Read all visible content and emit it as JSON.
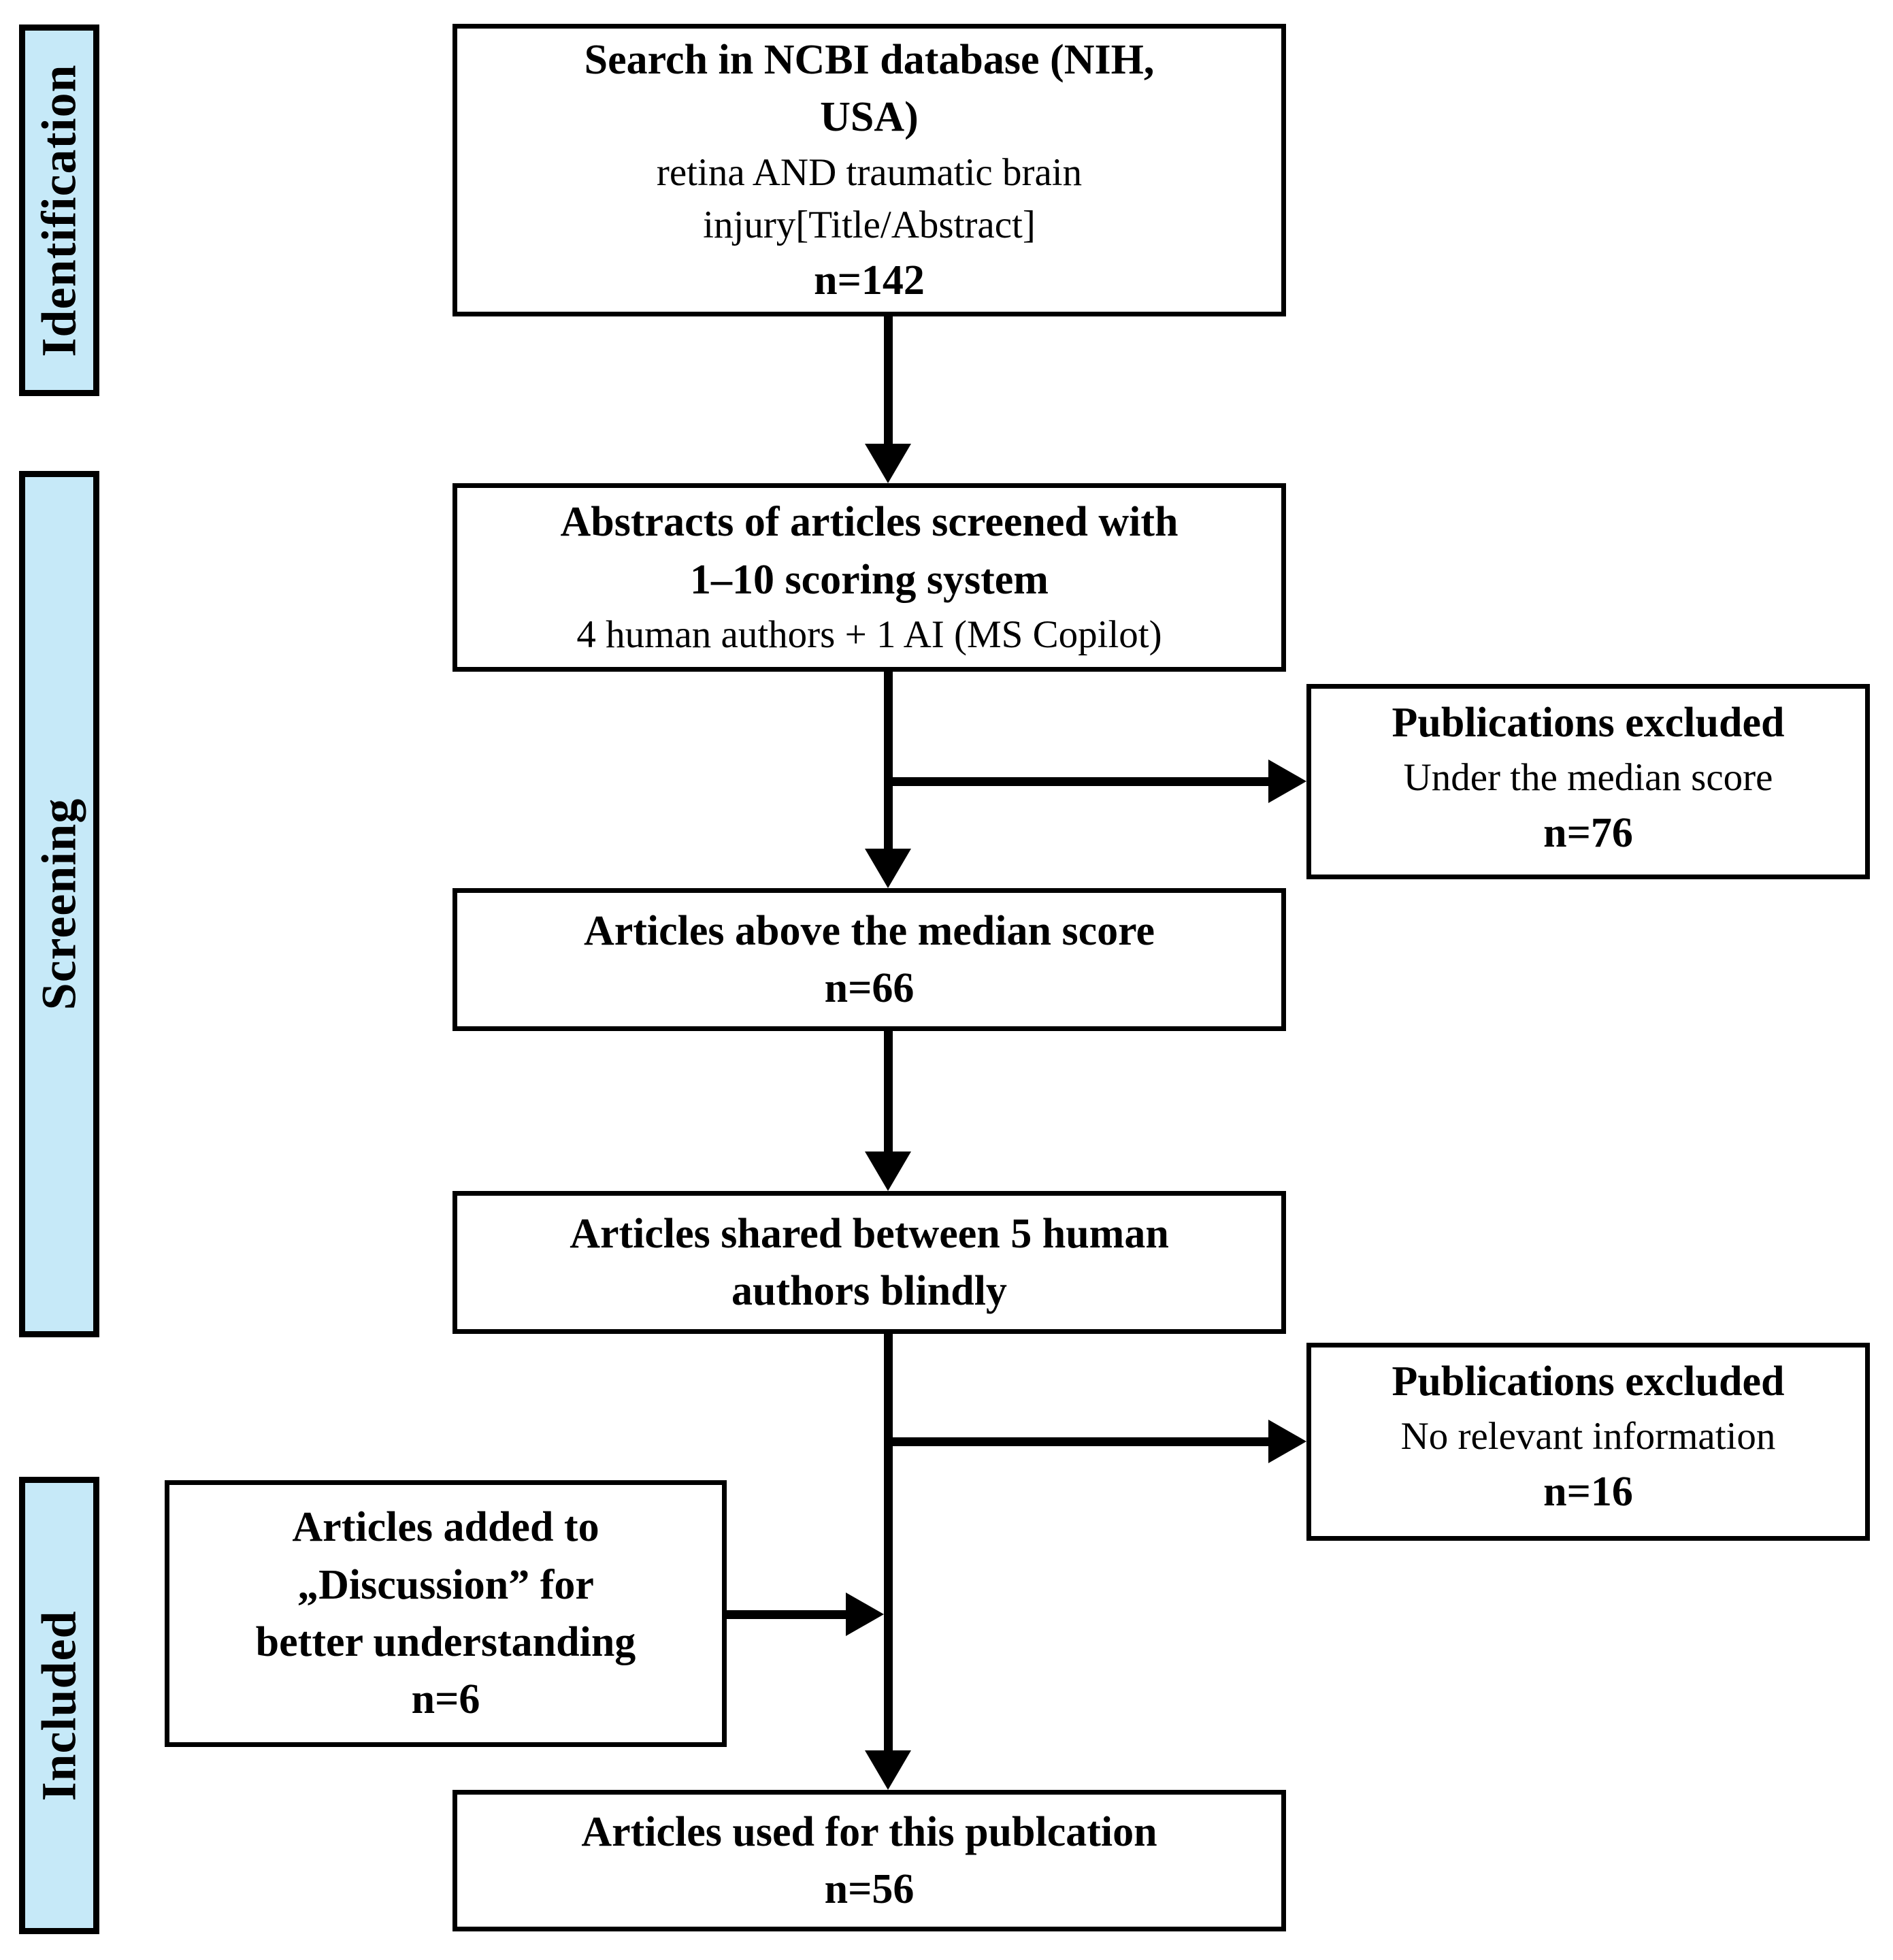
{
  "figure": {
    "type": "flow-diagram",
    "description": "PRISMA-style literature search and screening flowchart"
  },
  "palette": {
    "stage_fill": "#C6E9F8",
    "line_color": "#000000",
    "box_fill": "#FFFFFF",
    "background": "#FFFFFF"
  },
  "stages": {
    "identification": {
      "label": "Identification"
    },
    "screening": {
      "label": "Screening"
    },
    "included": {
      "label": "Included"
    }
  },
  "boxes": {
    "search": {
      "title_lines": [
        "Search in NCBI database (NIH,",
        "USA)"
      ],
      "detail_lines": [
        "retina AND traumatic brain",
        "injury[Title/Abstract]"
      ],
      "count": "n=142"
    },
    "abstracts_screened": {
      "title_lines": [
        "Abstracts of articles screened with",
        "1–10 scoring system"
      ],
      "detail_lines": [
        "4 human authors + 1 AI (MS Copilot)"
      ]
    },
    "excluded_under_median": {
      "title": "Publications excluded",
      "detail": "Under the median score",
      "count": "n=76"
    },
    "above_median": {
      "title": "Articles above the median score",
      "count": "n=66"
    },
    "shared_blindly": {
      "title_lines": [
        "Articles shared between 5 human",
        "authors blindly"
      ]
    },
    "excluded_no_relevant": {
      "title": "Publications excluded",
      "detail": "No relevant information",
      "count": "n=16"
    },
    "added_discussion": {
      "title_lines": [
        "Articles added to",
        "„Discussion” for",
        "better understanding"
      ],
      "count": "n=6"
    },
    "used_publication": {
      "title": "Articles used for this publcation",
      "count": "n=56"
    }
  }
}
